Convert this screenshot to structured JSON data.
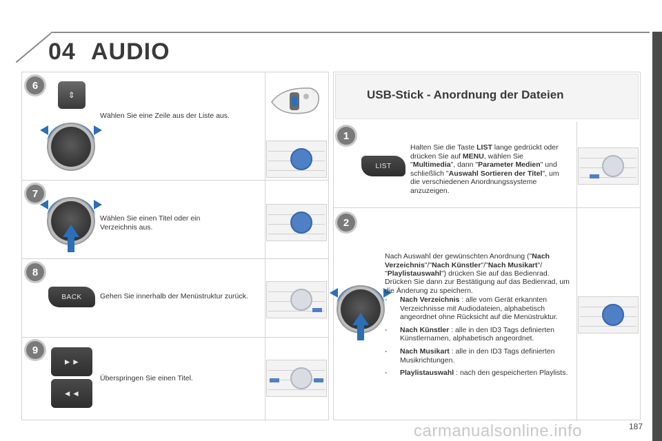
{
  "header": {
    "chapter_number": "04",
    "chapter_title": "AUDIO"
  },
  "left": {
    "step6": {
      "number": "6",
      "text": "Wählen Sie eine Zeile aus der Liste aus."
    },
    "step7": {
      "number": "7",
      "text": "Wählen Sie einen Titel oder ein Verzeichnis aus."
    },
    "step8": {
      "number": "8",
      "button_label": "BACK",
      "text": "Gehen Sie innerhalb der Menüstruktur zurück."
    },
    "step9": {
      "number": "9",
      "text": "Überspringen Sie einen Titel."
    }
  },
  "right": {
    "title": "USB-Stick - Anordnung der Dateien",
    "step1": {
      "number": "1",
      "button_label": "LIST",
      "p1": "Halten Sie die Taste ",
      "b1": "LIST",
      "p2": " lange gedrückt oder drücken Sie auf ",
      "b2": "MENU",
      "p3": ", wählen Sie \"",
      "b3": "Multimedia",
      "p4": "\", dann \"",
      "b4": "Parameter Medien",
      "p5": "\" und schließlich \"",
      "b5": "Auswahl Sortieren der Titel",
      "p6": "\", um die verschiedenen Anordnungssysteme anzuzeigen."
    },
    "step2": {
      "number": "2",
      "intro1": "Nach Auswahl der gewünschten Anordnung (\"",
      "b1": "Nach Verzeichnis",
      "s1": "\"/\"",
      "b2": "Nach Künstler",
      "s2": "\"/\"",
      "b3": "Nach Musikart",
      "s3": "\"/ \"",
      "b4": "Playlistauswahl",
      "intro2": "\") drücken Sie auf das Bedienrad.",
      "confirm": "Drücken Sie dann zur Bestätigung auf das Bedienrad, um die Änderung zu speichern.",
      "items": [
        {
          "dash": "-",
          "term": "Nach Verzeichnis",
          "desc": " : alle vom Gerät erkannten Verzeichnisse mit Audiodateien, alphabetisch angeordnet ohne Rücksicht auf die Menüstruktur."
        },
        {
          "dash": "-",
          "term": "Nach Künstler",
          "desc": " : alle in den ID3 Tags definierten Künstlernamen, alphabetisch angeordnet."
        },
        {
          "dash": "-",
          "term": "Nach Musikart",
          "desc": " : alle in den ID3 Tags definierten Musikrichtungen."
        },
        {
          "dash": "-",
          "term": "Playlistauswahl",
          "desc": " : nach den gespeicherten Playlists."
        }
      ]
    }
  },
  "footer": {
    "page_number": "187",
    "watermark": "carmanualsonline.info"
  },
  "colors": {
    "accent_blue": "#2b6fb8",
    "dark": "#3a3a3a",
    "border": "#d2d2d2"
  }
}
